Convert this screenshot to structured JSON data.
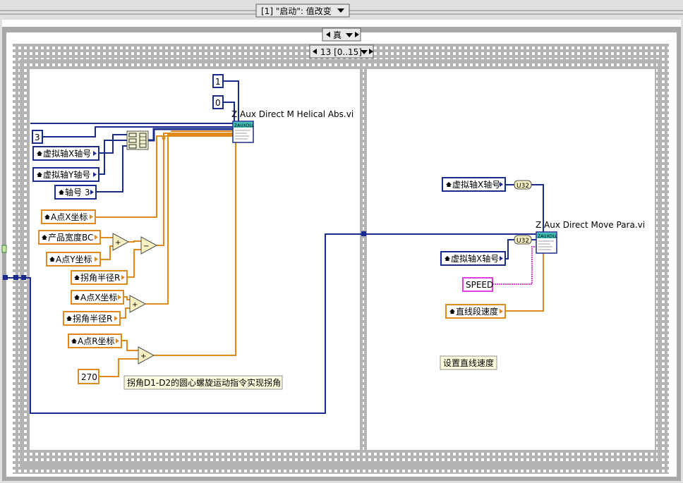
{
  "event_structure": {
    "selector_label": "[1] \"启动\": 值改变"
  },
  "case_structure": {
    "selector_label": "真"
  },
  "sequence_structure": {
    "selector_label": "13 [0..15]"
  },
  "frame_left": {
    "constants": {
      "one": "1",
      "zero": "0",
      "three": "3",
      "angle": "270"
    },
    "controls": {
      "virtual_axis_x": "虚拟轴X轴号",
      "virtual_axis_y": "虚拟轴Y轴号",
      "axis_3": "轴号 3",
      "point_a_x_1": "A点X坐标",
      "product_width": "产品宽度BC",
      "point_a_y": "A点Y坐标",
      "corner_radius_1": "拐角半径R",
      "point_a_x_2": "A点X坐标",
      "corner_radius_2": "拐角半径R",
      "point_a_r": "A点R坐标"
    },
    "subvi_label": "Z Aux Direct M Helical Abs.vi",
    "subvi_icon_text": "ZAUXDLL",
    "comment": "拐角D1-D2的圆心螺旋运动指令实现拐角",
    "plus_symbol": "+",
    "minus_symbol": "−"
  },
  "frame_right": {
    "controls": {
      "virtual_axis_x_1": "虚拟轴X轴号",
      "virtual_axis_x_2": "虚拟轴X轴号",
      "line_speed": "直线段速度"
    },
    "string_constant": "SPEED",
    "convert_node_1": "U32",
    "convert_node_2": "U32",
    "subvi_label": "Z Aux Direct Move Para.vi",
    "subvi_icon_text": "ZAUXDLL",
    "comment": "设置直线速度"
  },
  "colors": {
    "int_wire": "#1a2b8f",
    "dbl_wire": "#e08a1e",
    "string_wire": "#e040e0",
    "frame_gray": "#b4b4b4",
    "subvi_teal": "#3ec0b8"
  }
}
